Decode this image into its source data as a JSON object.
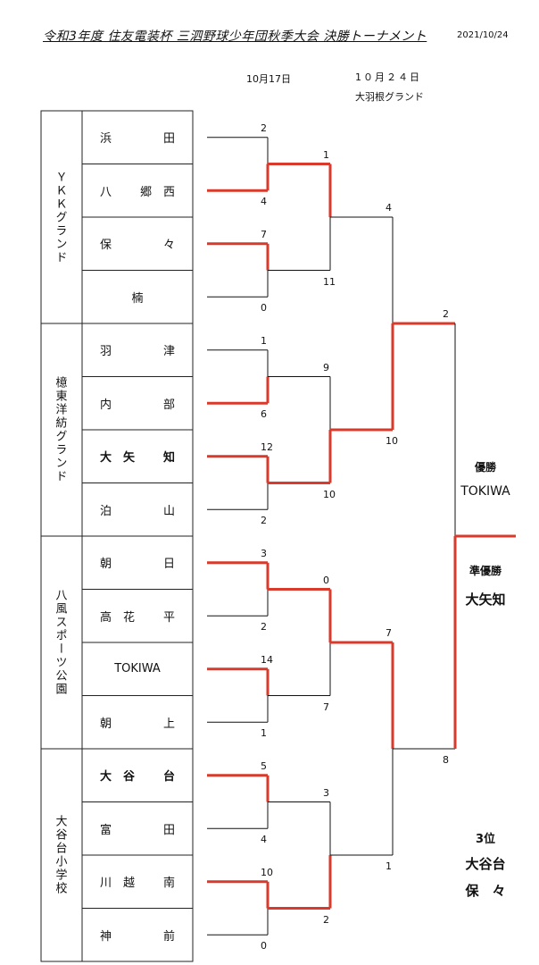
{
  "header": {
    "title": "令和3年度 住友電装杯 三泗野球少年団秋季大会 決勝トーナメント",
    "date": "2021/10/24",
    "round1_date": "10月17日",
    "round2_date": "1０月２４日",
    "round2_venue": "大羽根グランド"
  },
  "venues": [
    "ＹＫＫグランド",
    "檍東洋紡グランド",
    "八風スポーツ公園",
    "大谷台小学校"
  ],
  "teams": [
    {
      "a": "浜",
      "b": "田"
    },
    {
      "a": "八",
      "b": "郷　西"
    },
    {
      "a": "保",
      "b": "々"
    },
    {
      "a": "楠",
      "b": ""
    },
    {
      "a": "羽",
      "b": "津"
    },
    {
      "a": "内",
      "b": "部"
    },
    {
      "a": "大　矢",
      "b": "知"
    },
    {
      "a": "泊",
      "b": "山"
    },
    {
      "a": "朝",
      "b": "日"
    },
    {
      "a": "高　花",
      "b": "平"
    },
    {
      "a": "TOKIWA",
      "b": ""
    },
    {
      "a": "朝",
      "b": "上"
    },
    {
      "a": "大　谷",
      "b": "台"
    },
    {
      "a": "富",
      "b": "田"
    },
    {
      "a": "川　越",
      "b": "南"
    },
    {
      "a": "神",
      "b": "前"
    }
  ],
  "scores": {
    "r1": [
      "2",
      "4",
      "7",
      "0",
      "1",
      "6",
      "12",
      "2",
      "3",
      "2",
      "14",
      "1",
      "5",
      "4",
      "10",
      "0"
    ],
    "r2": [
      "1",
      "11",
      "9",
      "10",
      "0",
      "7",
      "3",
      "2"
    ],
    "r3": [
      "4",
      "10",
      "7",
      "1"
    ],
    "r4": [
      "2",
      "8"
    ]
  },
  "results": {
    "champion_label": "優勝",
    "champion": "TOKIWA",
    "runnerup_label": "準優勝",
    "runnerup": "大矢知",
    "third_label": "3位",
    "third_1": "大谷台",
    "third_2": "保　々"
  },
  "colors": {
    "winner_line": "#d93a2b",
    "loser_line": "#111111"
  }
}
